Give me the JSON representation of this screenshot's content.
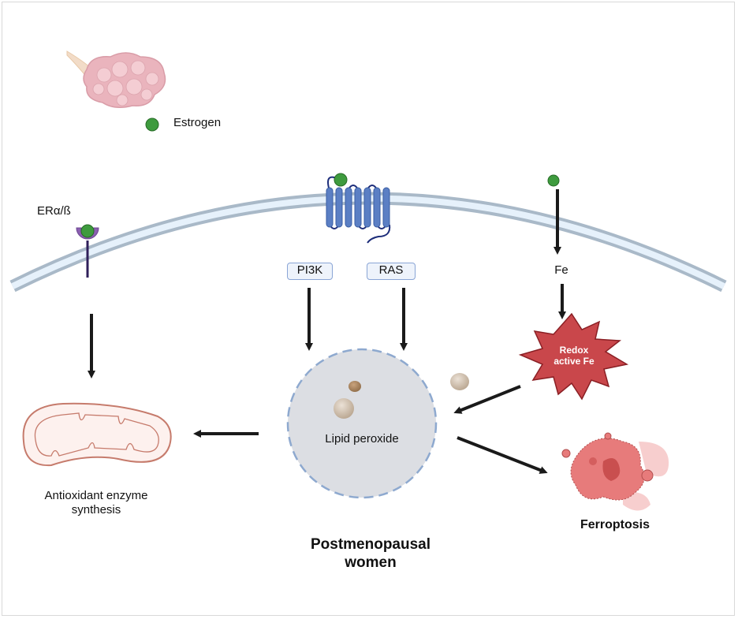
{
  "labels": {
    "estrogen": "Estrogen",
    "receptor": "ERα/ß",
    "pi3k": "PI3K",
    "ras": "RAS",
    "fe": "Fe",
    "redox_line1": "Redox",
    "redox_line2": "active Fe",
    "lipid_peroxide": "Lipid peroxide",
    "antioxidant_line1": "Antioxidant enzyme",
    "antioxidant_line2": "synthesis",
    "ferroptosis": "Ferroptosis",
    "title_line1": "Postmenopausal",
    "title_line2": "women"
  },
  "colors": {
    "estrogen": "#3e9b3e",
    "membrane": "#a9b9c8",
    "membrane_inner": "#e6f1fb",
    "receptor": "#8b5fb0",
    "gpcr": "#5b7fc4",
    "redox_star": "#c9474b",
    "cell_death": "#e77b7b",
    "lipid_droplet": "#c8b6a3",
    "arrow": "#1a1a1a"
  }
}
